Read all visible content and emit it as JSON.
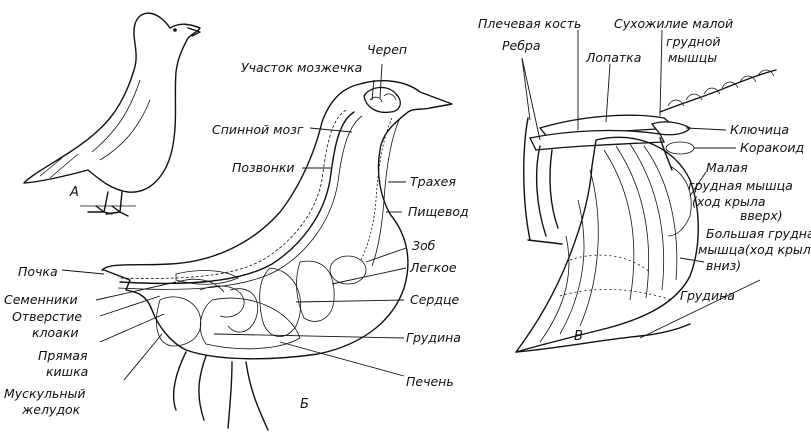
{
  "panels": {
    "a": "А",
    "b": "Б",
    "c": "В"
  },
  "labels_b": {
    "skull": "Череп",
    "cerebellum": "Участок мозжечка",
    "spinal_cord": "Спинной мозг",
    "vertebrae": "Позвонки",
    "trachea": "Трахея",
    "esophagus": "Пищевод",
    "crop": "Зоб",
    "lung": "Легкое",
    "kidney": "Почка",
    "testes": "Семенники",
    "cloaca_line1": "Отверстие",
    "cloaca_line2": "клоаки",
    "heart": "Сердце",
    "rectum_line1": "Прямая",
    "rectum_line2": "кишка",
    "sternum": "Грудина",
    "gizzard_line1": "Мускульный",
    "gizzard_line2": "желудок",
    "liver": "Печень"
  },
  "labels_c": {
    "humerus": "Плечевая кость",
    "tendon_line1": "Сухожилие малой",
    "tendon_line2": "грудной",
    "tendon_line3": "мышцы",
    "ribs": "Ребра",
    "scapula": "Лопатка",
    "clavicle": "Ключица",
    "coracoid": "Коракоид",
    "minor_line1": "Малая",
    "minor_line2": "грудная мышца",
    "minor_line3": "(ход крыла",
    "minor_line4": "вверх)",
    "major_line1": "Большая грудная",
    "major_line2": "мышца(ход крыла",
    "major_line3": "вниз)",
    "sternum": "Грудина"
  }
}
